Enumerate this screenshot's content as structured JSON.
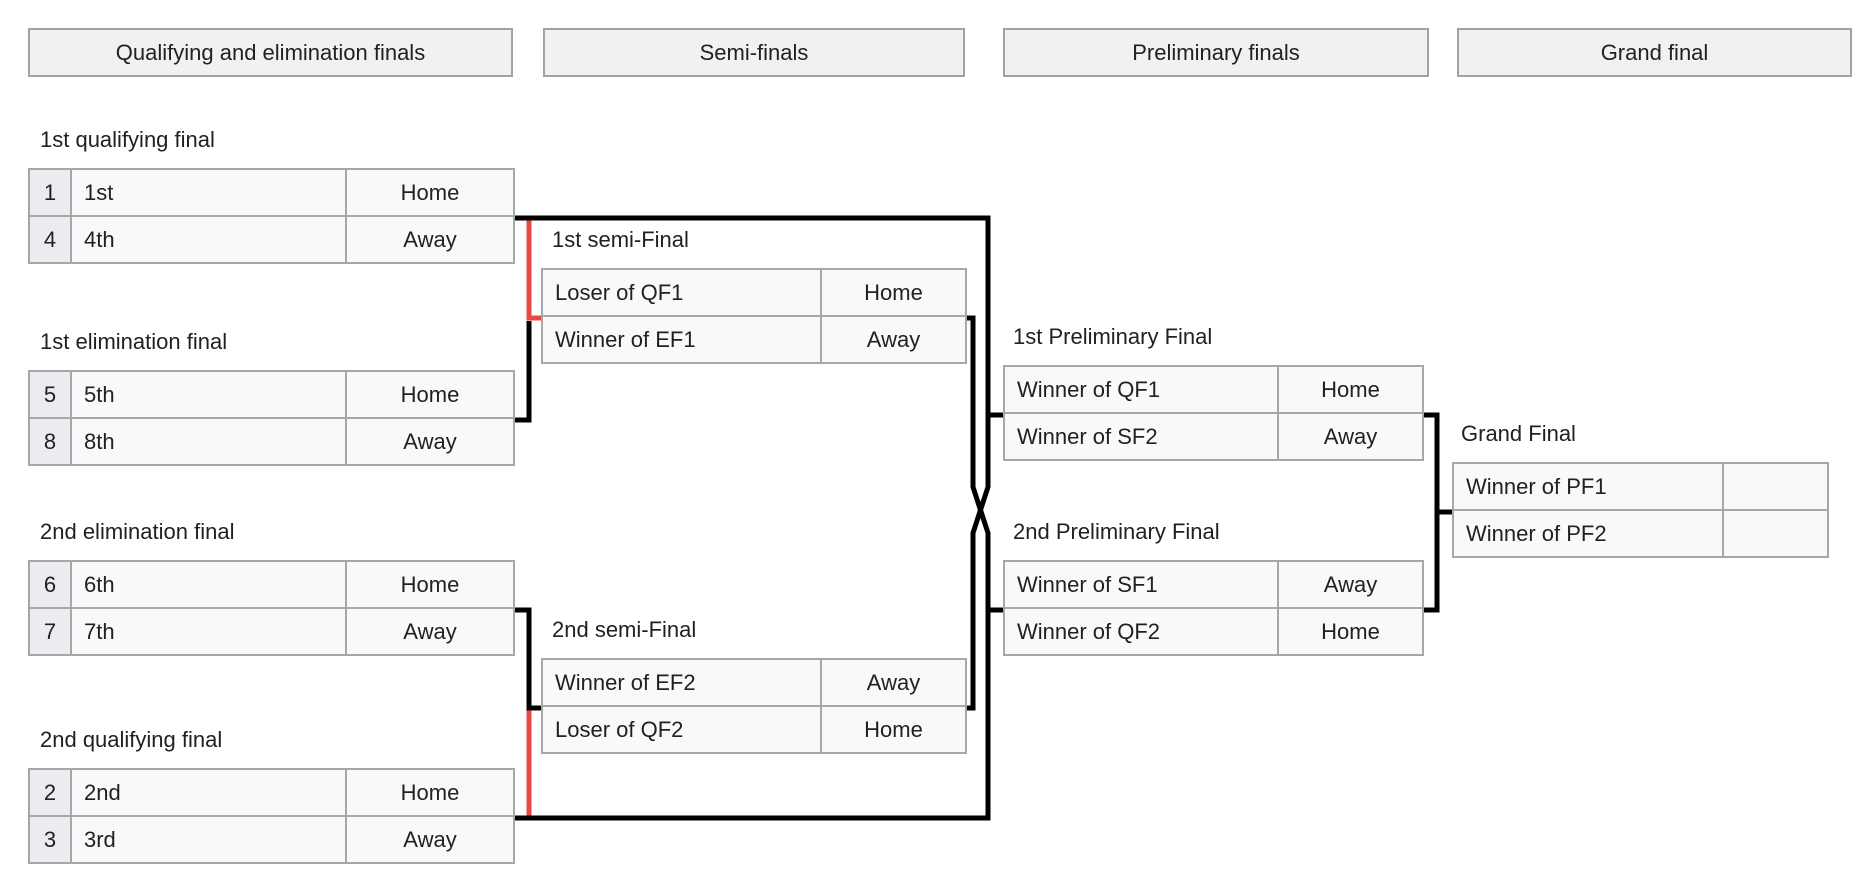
{
  "colors": {
    "connector_black": "#000000",
    "connector_red": "#e84842",
    "cell_bg": "#f8f9fa",
    "seed_bg": "#eaecf0",
    "cell_border": "#a7a7a7",
    "header_bg": "#f1f1f1",
    "text": "#202122"
  },
  "round_headers": [
    {
      "label": "Qualifying and elimination finals"
    },
    {
      "label": "Semi-finals"
    },
    {
      "label": "Preliminary finals"
    },
    {
      "label": "Grand final"
    }
  ],
  "matches": {
    "qf1": {
      "title": "1st qualifying final",
      "rows": [
        {
          "seed": "1",
          "team": "1st",
          "venue": "Home"
        },
        {
          "seed": "4",
          "team": "4th",
          "venue": "Away"
        }
      ]
    },
    "ef1": {
      "title": "1st elimination final",
      "rows": [
        {
          "seed": "5",
          "team": "5th",
          "venue": "Home"
        },
        {
          "seed": "8",
          "team": "8th",
          "venue": "Away"
        }
      ]
    },
    "ef2": {
      "title": "2nd elimination final",
      "rows": [
        {
          "seed": "6",
          "team": "6th",
          "venue": "Home"
        },
        {
          "seed": "7",
          "team": "7th",
          "venue": "Away"
        }
      ]
    },
    "qf2": {
      "title": "2nd qualifying final",
      "rows": [
        {
          "seed": "2",
          "team": "2nd",
          "venue": "Home"
        },
        {
          "seed": "3",
          "team": "3rd",
          "venue": "Away"
        }
      ]
    },
    "sf1": {
      "title": "1st semi-Final",
      "rows": [
        {
          "team": "Loser of QF1",
          "venue": "Home"
        },
        {
          "team": "Winner of EF1",
          "venue": "Away"
        }
      ]
    },
    "sf2": {
      "title": "2nd semi-Final",
      "rows": [
        {
          "team": "Winner of EF2",
          "venue": "Away"
        },
        {
          "team": "Loser of QF2",
          "venue": "Home"
        }
      ]
    },
    "pf1": {
      "title": "1st Preliminary Final",
      "rows": [
        {
          "team": "Winner of QF1",
          "venue": "Home"
        },
        {
          "team": "Winner of SF2",
          "venue": "Away"
        }
      ]
    },
    "pf2": {
      "title": "2nd Preliminary Final",
      "rows": [
        {
          "team": "Winner of SF1",
          "venue": "Away"
        },
        {
          "team": "Winner of QF2",
          "venue": "Home"
        }
      ]
    },
    "gf": {
      "title": "Grand Final",
      "rows": [
        {
          "team": "Winner of PF1",
          "venue": ""
        },
        {
          "team": "Winner of PF2",
          "venue": ""
        }
      ]
    }
  }
}
